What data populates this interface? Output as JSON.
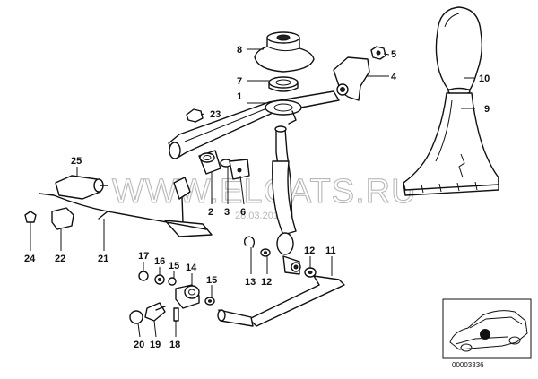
{
  "watermark": "WWW.ELCATS.RU",
  "date_stamp": "28.03.2012",
  "catalog_number": "00003336",
  "callouts": {
    "c1": "1",
    "c2": "2",
    "c3": "3",
    "c4": "4",
    "c5": "5",
    "c6": "6",
    "c7": "7",
    "c8": "8",
    "c9": "9",
    "c10": "10",
    "c11": "11",
    "c12a": "12",
    "c12b": "12",
    "c13": "13",
    "c14": "14",
    "c15a": "15",
    "c15b": "15",
    "c16": "16",
    "c17": "17",
    "c18": "18",
    "c19": "19",
    "c20": "20",
    "c21": "21",
    "c22": "22",
    "c23": "23",
    "c24": "24",
    "c25": "25"
  }
}
